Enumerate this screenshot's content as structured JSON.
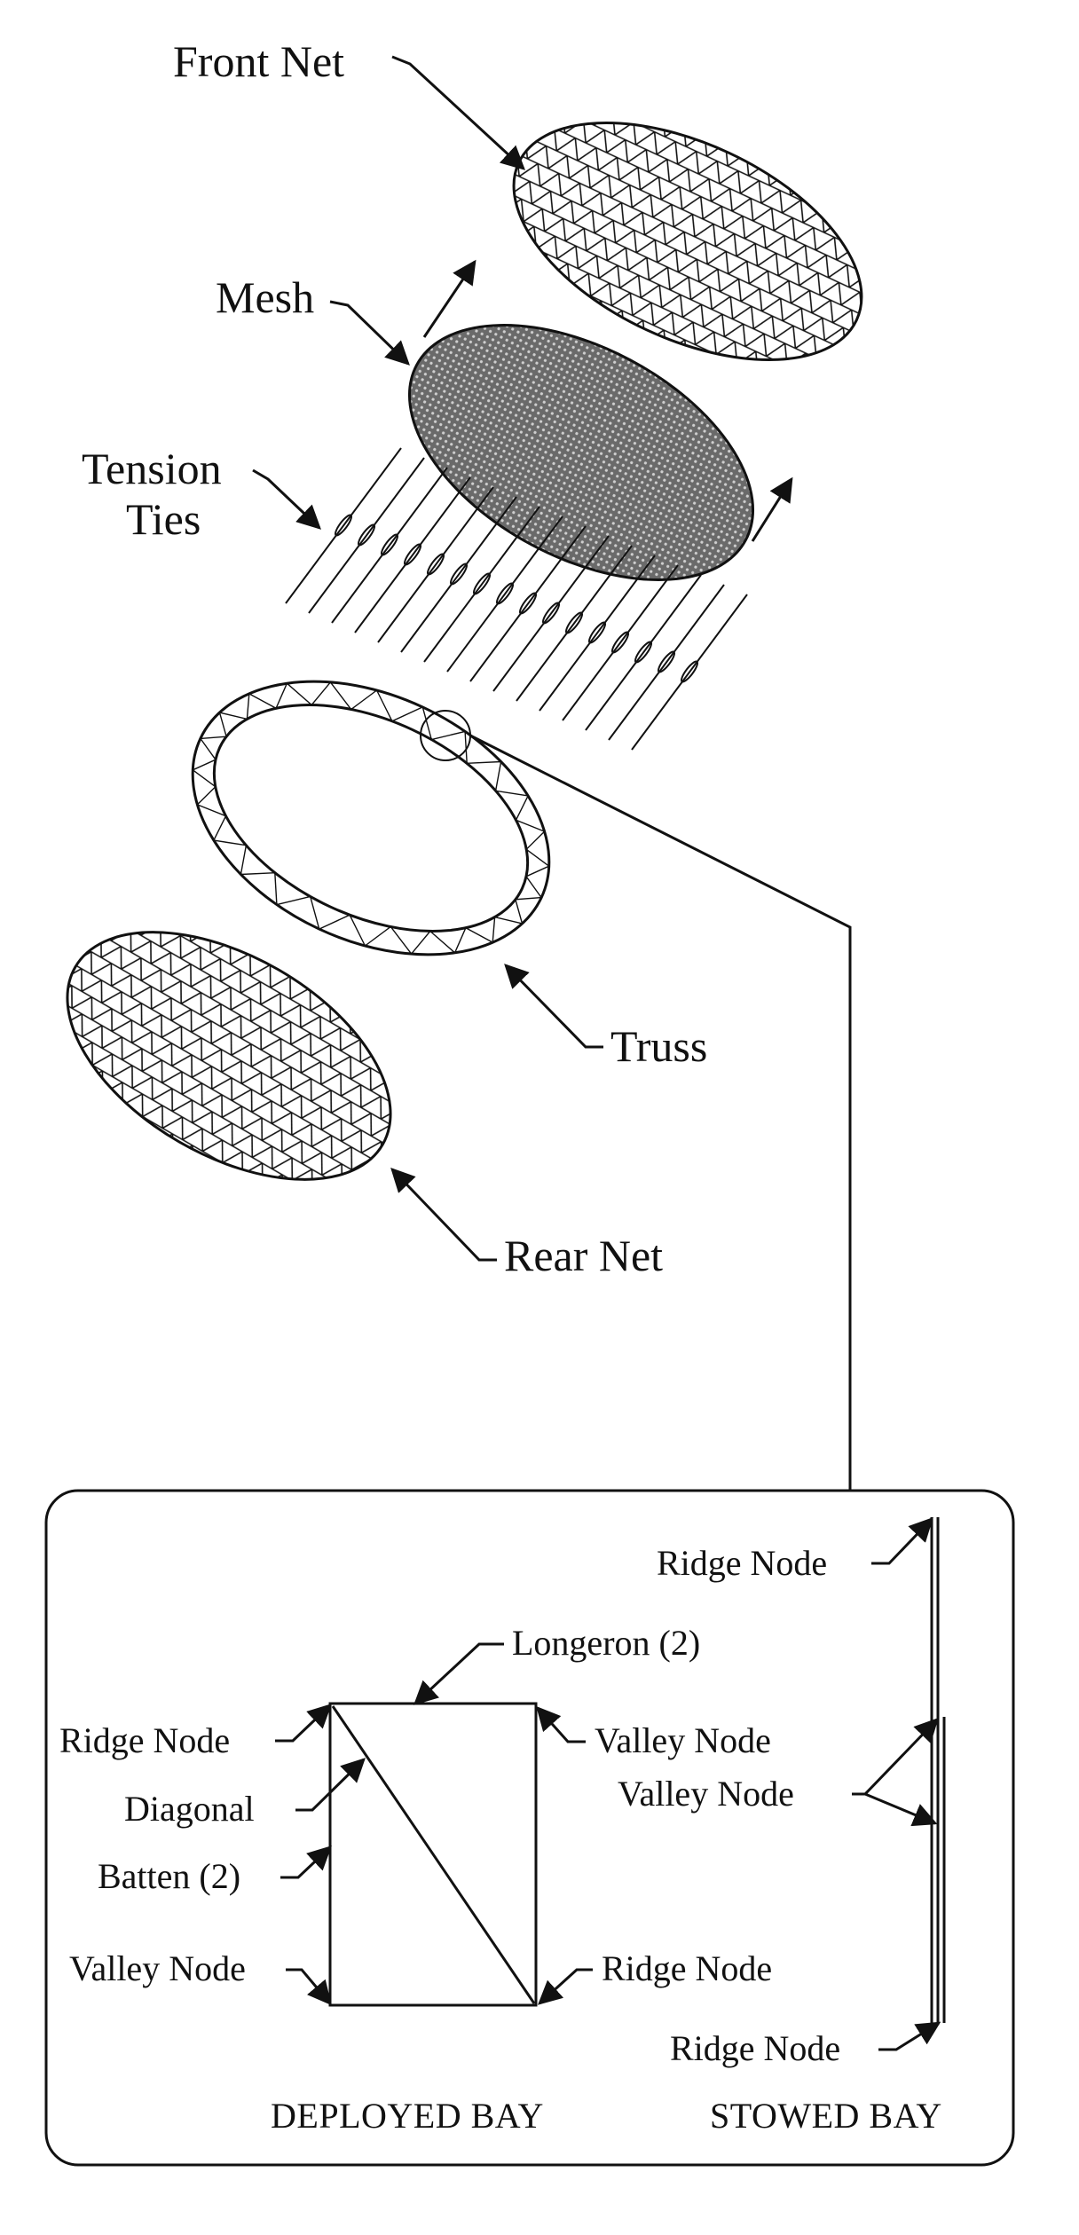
{
  "exploded_view": {
    "front_net": "Front Net",
    "mesh": "Mesh",
    "tension_ties": [
      "Tension",
      "Ties"
    ],
    "truss": "Truss",
    "rear_net": "Rear Net"
  },
  "inset": {
    "deployed_bay": {
      "caption": "DEPLOYED BAY",
      "longeron": "Longeron (2)",
      "ridge_node_top": "Ridge Node",
      "diagonal": "Diagonal",
      "batten": "Batten (2)",
      "valley_node_bottom": "Valley Node",
      "valley_node_top": "Valley Node",
      "ridge_node_bottom": "Ridge Node"
    },
    "stowed_bay": {
      "caption": "STOWED BAY",
      "ridge_node_top": "Ridge Node",
      "valley_node": "Valley Node",
      "ridge_node_bottom": "Ridge Node"
    }
  },
  "colors": {
    "ink": "#111111",
    "mesh_fill": "#5a5a5a",
    "background": "#ffffff"
  }
}
